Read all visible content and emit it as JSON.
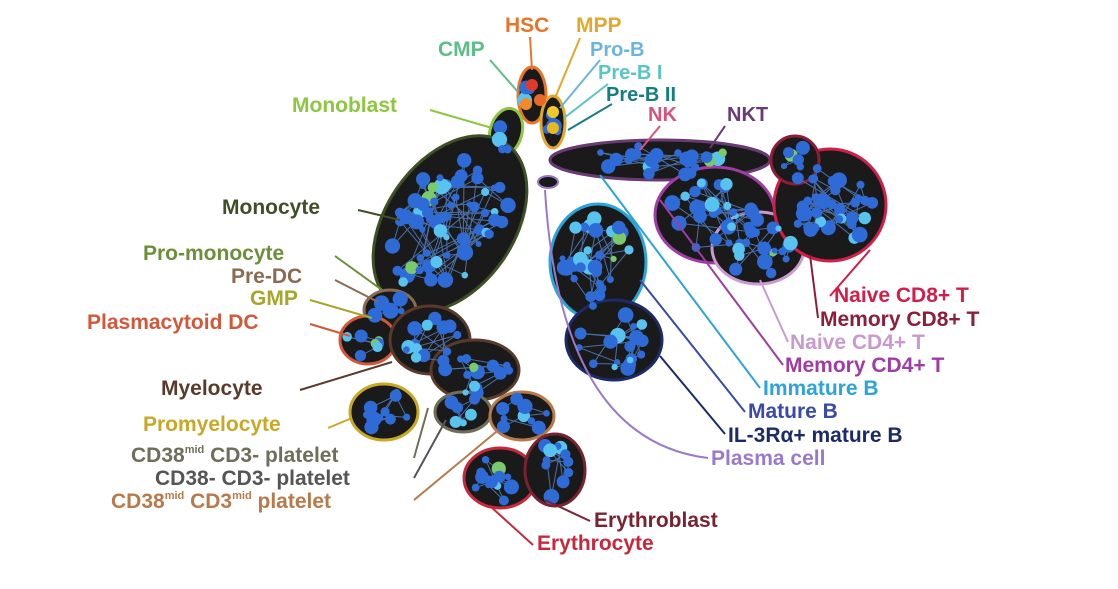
{
  "labels": {
    "hsc": "HSC",
    "mpp": "MPP",
    "cmp": "CMP",
    "pro_b": "Pro-B",
    "pre_b_1": "Pre-B I",
    "pre_b_2": "Pre-B II",
    "monoblast": "Monoblast",
    "nk": "NK",
    "nkt": "NKT",
    "monocyte": "Monocyte",
    "pro_monocyte": "Pro-monocyte",
    "pre_dc": "Pre-DC",
    "gmp": "GMP",
    "plasmacytoid_dc": "Plasmacytoid DC",
    "myelocyte": "Myelocyte",
    "promyelocyte": "Promyelocyte",
    "cd38mid_plt_a": "CD38",
    "cd38mid_plt_a_sup": "mid",
    "cd38mid_plt_b": " CD3- platelet",
    "cd38neg_plt": "CD38- CD3- platelet",
    "cd38cd3mid_a": "CD38",
    "cd38cd3mid_a_sup": "mid",
    "cd38cd3mid_b": " CD3",
    "cd38cd3mid_b_sup": "mid",
    "cd38cd3mid_c": " platelet",
    "erythroblast": "Erythroblast",
    "erythrocyte": "Erythrocyte",
    "naive_cd8": "Naive CD8+ T",
    "memory_cd8": "Memory CD8+ T",
    "naive_cd4": "Naive CD4+ T",
    "memory_cd4": "Memory CD4+ T",
    "immature_b": "Immature B",
    "mature_b": "Mature B",
    "il3ra_mature_b": "IL-3Rα+ mature B",
    "plasma_cell": "Plasma cell"
  },
  "colors": {
    "hsc": "#e8742a",
    "mpp": "#e3a72b",
    "cmp": "#5cbf87",
    "pro_b": "#6bb4df",
    "pre_b_1": "#5ac5c5",
    "pre_b_2": "#157e80",
    "monoblast": "#8dc63f",
    "nk": "#d6547a",
    "nkt": "#6a3a75",
    "monocyte": "#3f4f26",
    "pro_monocyte": "#6d8f3a",
    "pre_dc": "#8b6a52",
    "gmp": "#a7a62a",
    "plasmacytoid_dc": "#d2583a",
    "myelocyte": "#5a3a2a",
    "promyelocyte": "#c9a826",
    "cd38mid_plt": "#6e6e5a",
    "cd38neg_plt": "#555555",
    "cd38cd3mid": "#b87a4a",
    "erythroblast": "#7a2230",
    "erythrocyte": "#c8283c",
    "naive_cd8": "#d21e4a",
    "memory_cd8": "#8c1e3a",
    "naive_cd4": "#c89ad0",
    "memory_cd4": "#a03ca5",
    "immature_b": "#2aa4dc",
    "mature_b": "#3a4aa8",
    "il3ra_mature_b": "#1c2a6a",
    "plasma_cell": "#9a7ac8",
    "cluster_fill": "#1a1a1a",
    "node_blue": "#2f6bd6",
    "node_light": "#59c3ef",
    "node_green": "#7ac96a"
  }
}
